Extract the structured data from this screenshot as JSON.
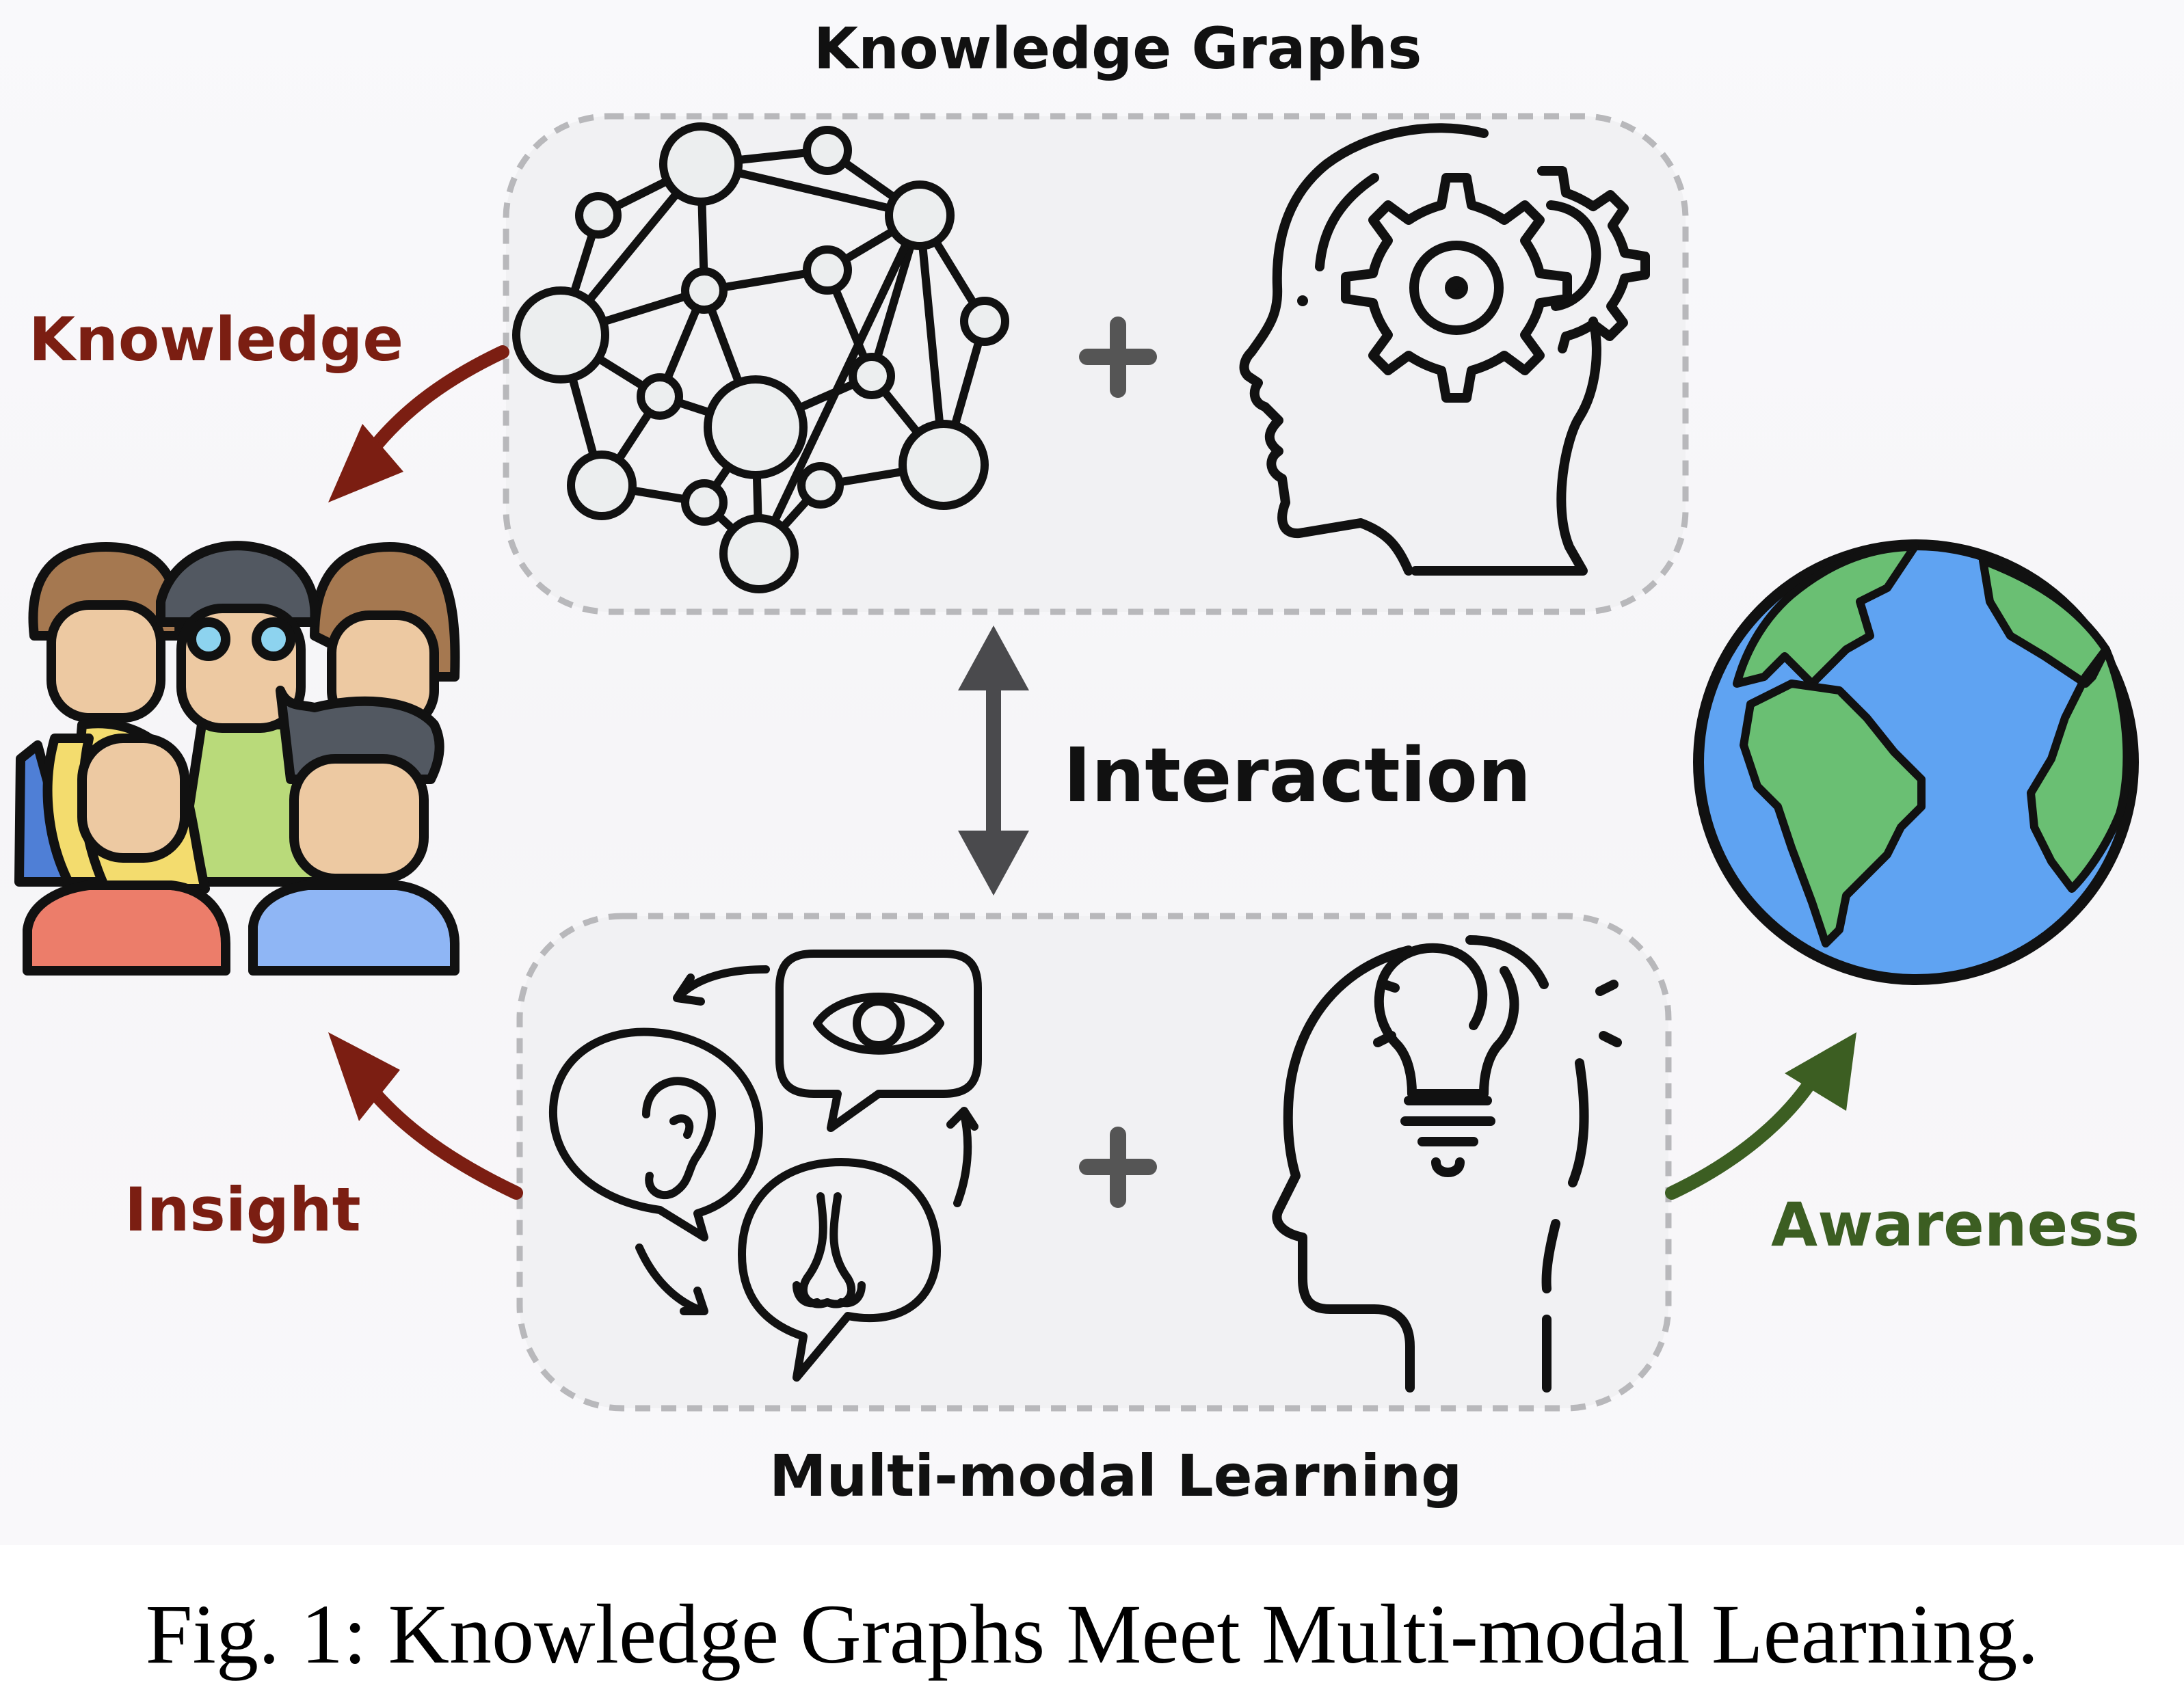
{
  "figure": {
    "top_label": "Knowledge Graphs",
    "bottom_label": "Multi-modal Learning",
    "interaction_label": "Interaction",
    "plus_symbol": "+",
    "left_top_label": "Knowledge",
    "left_bottom_label": "Insight",
    "right_label": "Awareness",
    "caption": "Fig. 1: Knowledge Graphs Meet Multi-modal Learning."
  },
  "colors": {
    "knowledge_arrow": "#7b1e12",
    "insight_arrow": "#7b1e12",
    "awareness_arrow": "#3c5e22",
    "interaction_arrow": "#4a4a4d",
    "panel_border": "#b8b8bb",
    "ocean": "#5fa3f2",
    "land": "#6abf73"
  },
  "icons": {
    "knowledge_graph": "network-graph-icon",
    "thinking_head": "head-gear-icon",
    "senses": "senses-speech-bubbles-icon",
    "idea_head": "head-lightbulb-icon",
    "people": "people-group-icon",
    "world": "globe-icon"
  }
}
